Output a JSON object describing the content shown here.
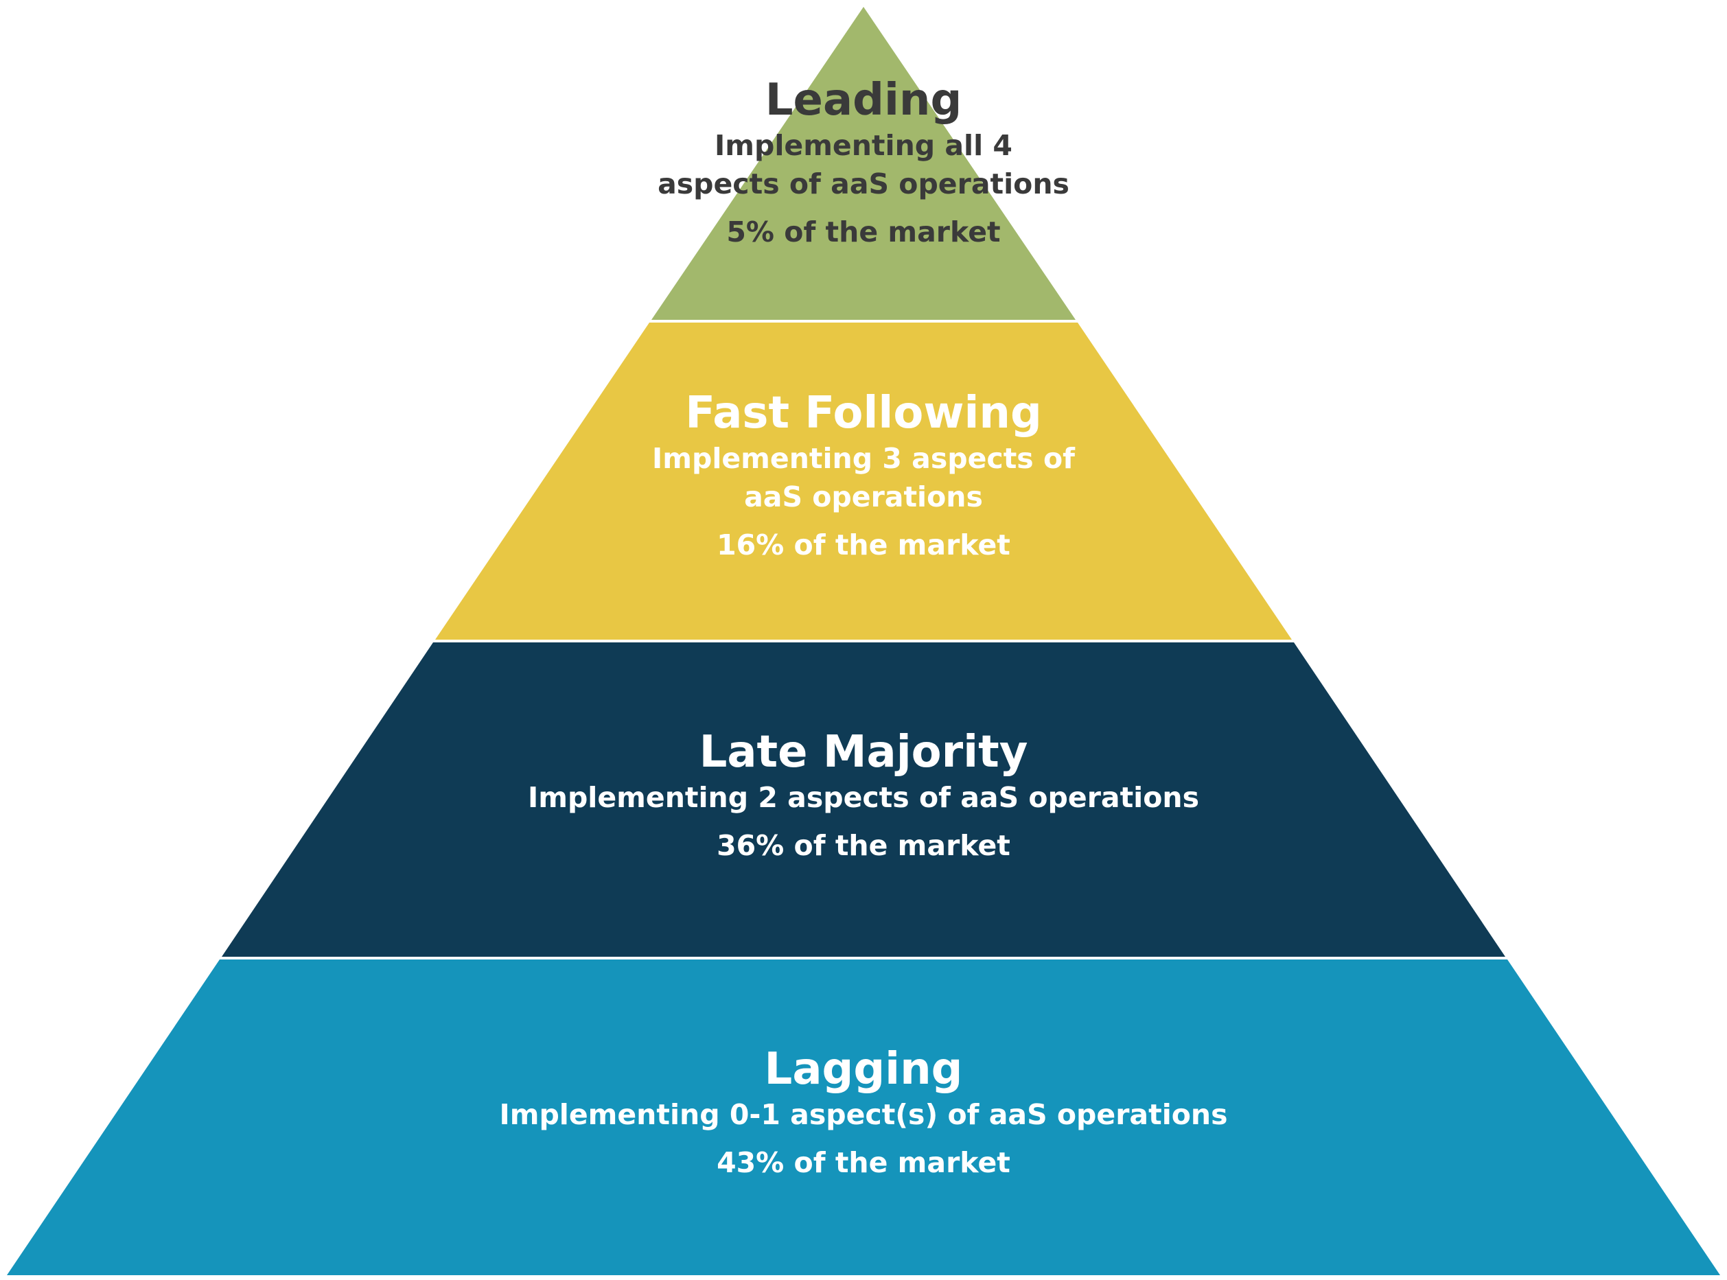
{
  "tiers": [
    {
      "title": "Leading",
      "description": "Implementing all 4 aspects of aaS operations",
      "share": "5% of the market",
      "fill": "#a2b86c",
      "text_color": "#3a3a3a"
    },
    {
      "title": "Fast Following",
      "description": "Implementing 3 aspects of aaS operations",
      "share": "16% of the market",
      "fill": "#e8c744",
      "text_color": "#ffffff"
    },
    {
      "title": "Late Majority",
      "description": "Implementing 2 aspects of aaS operations",
      "share": "36% of the market",
      "fill": "#0f3b55",
      "text_color": "#ffffff"
    },
    {
      "title": "Lagging",
      "description": "Implementing 0-1 aspect(s) of aaS operations",
      "share": "43% of the market",
      "fill": "#1594bb",
      "text_color": "#ffffff"
    }
  ]
}
